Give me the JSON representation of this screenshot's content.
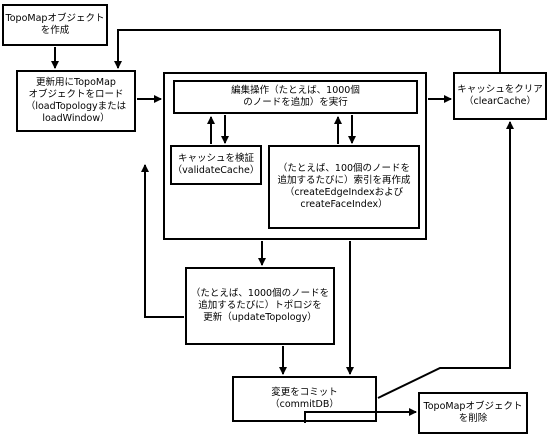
{
  "nodes": {
    "create": {
      "text": "TopoMapオブジェクト\nを作成"
    },
    "load": {
      "text": "更新用にTopoMap\nオブジェクトをロード\n（loadTopologyまたは\nloadWindow）"
    },
    "edit": {
      "text": "編集操作（たとえば、1000個\nのノードを追加）を実行"
    },
    "validate": {
      "text": "キャッシュを検証\n（validateCache）"
    },
    "reindex": {
      "text": "（たとえば、100個のノードを\n追加するたびに）索引を再作成\n（createEdgeIndexおよび\ncreateFaceIndex）"
    },
    "clear": {
      "text": "キャッシュをクリア\n（clearCache）"
    },
    "update": {
      "text": "（たとえば、1000個のノードを\n追加するたびに）トポロジを\n更新（updateTopology）"
    },
    "commit": {
      "text": "変更をコミット\n（commitDB）"
    },
    "delete": {
      "text": "TopoMapオブジェクト\nを削除"
    }
  }
}
